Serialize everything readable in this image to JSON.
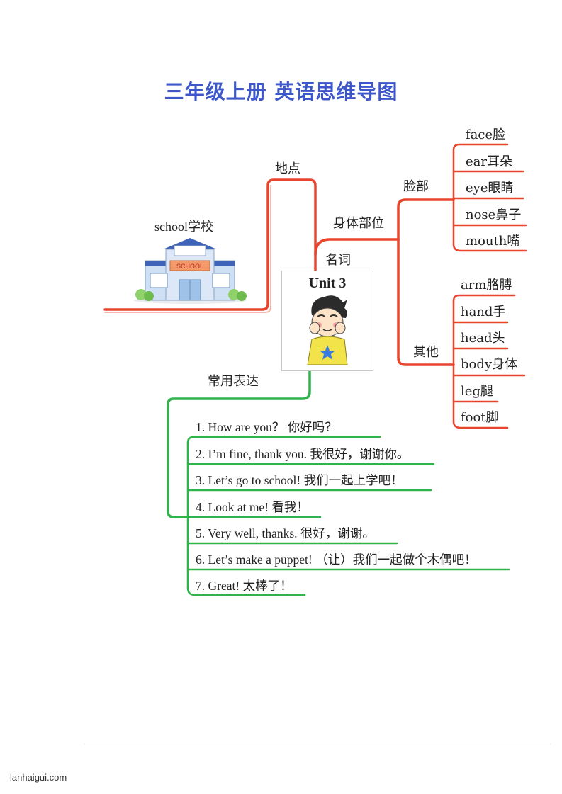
{
  "title": "三年级上册 英语思维导图",
  "center": {
    "unit": "Unit 3"
  },
  "branches": {
    "place": "地点",
    "school": "school学校",
    "school_sign": "SCHOOL",
    "nouns": "名词",
    "body_parts": "身体部位",
    "face_group": "脸部",
    "other_group": "其他",
    "expressions": "常用表达"
  },
  "face_items": [
    "face脸",
    "ear耳朵",
    "eye眼睛",
    "nose鼻子",
    "mouth嘴"
  ],
  "other_items": [
    "arm胳膊",
    "hand手",
    "head头",
    "body身体",
    "leg腿",
    "foot脚"
  ],
  "phrases": [
    "1. How are you？ 你好吗？",
    "2. I’m fine, thank you. 我很好，谢谢你。",
    "3. Let’s go to school! 我们一起上学吧！",
    "4. Look at me! 看我！",
    "5. Very well, thanks. 很好，谢谢。",
    "6. Let’s make a puppet! （让）我们一起做个木偶吧！",
    "7. Great! 太棒了！"
  ],
  "footer": {
    "site": "lanhaigui.com"
  },
  "colors": {
    "title": "#3d56c9",
    "red_branch": "#e8452c",
    "green_branch": "#2fb34a"
  }
}
